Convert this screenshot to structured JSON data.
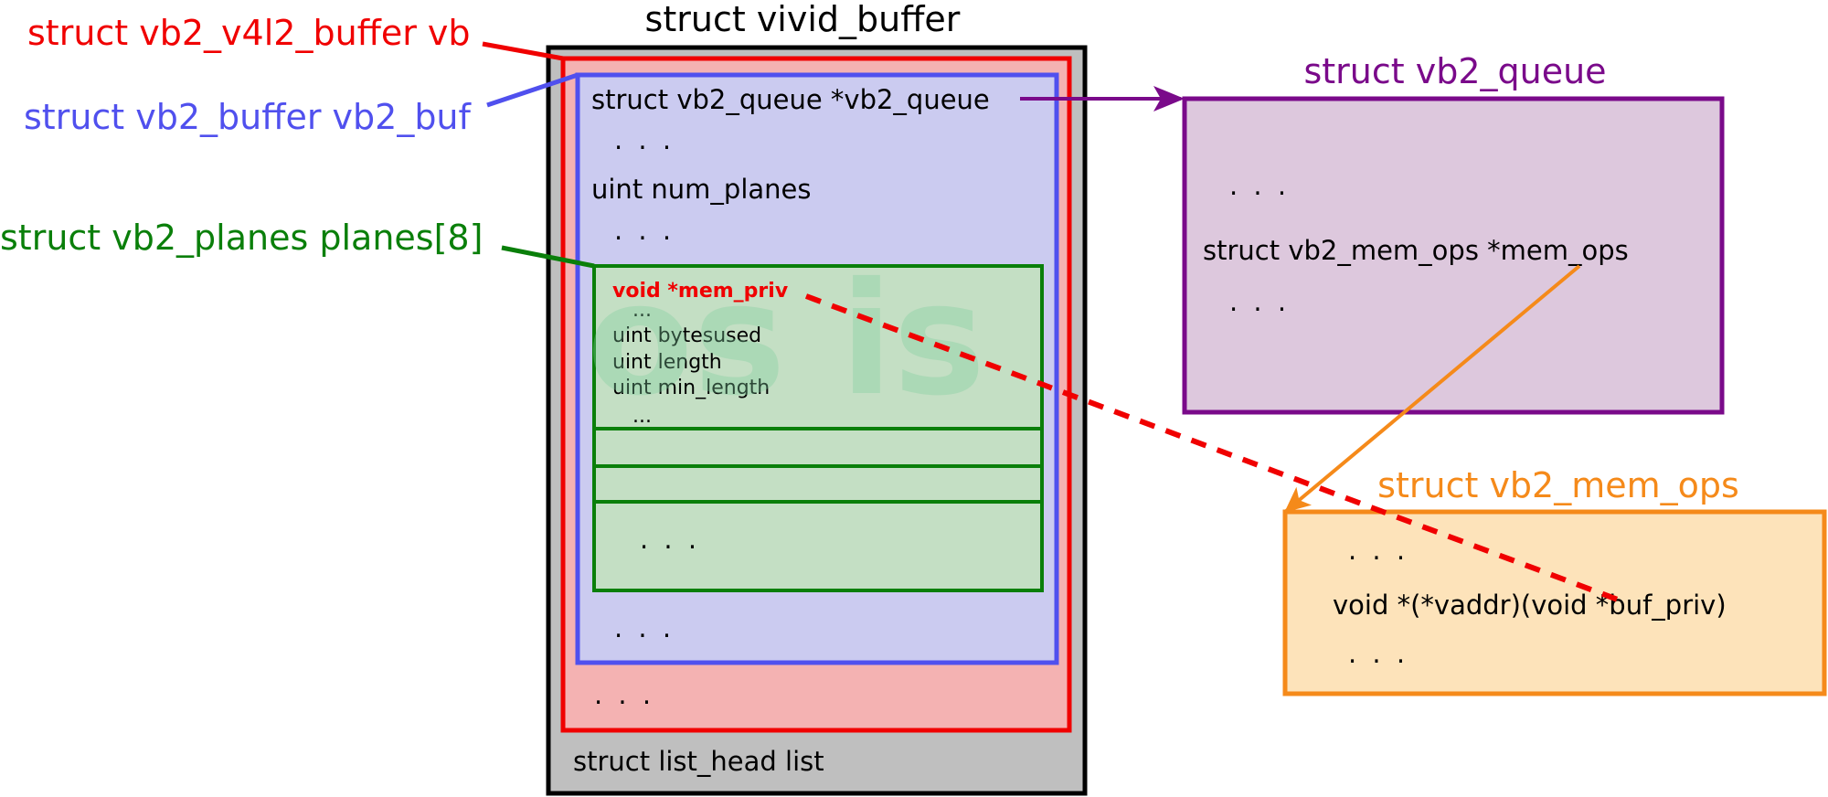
{
  "vivid_buffer": {
    "title": "struct vivid_buffer",
    "list_field": "struct list_head list",
    "dots": ". . ."
  },
  "vb2_v4l2_buffer": {
    "label": "struct vb2_v4l2_buffer vb"
  },
  "vb2_buffer": {
    "label": "struct vb2_buffer vb2_buf",
    "field_queue": "struct vb2_queue *vb2_queue",
    "dots_1": ". . .",
    "field_num_planes": "uint num_planes",
    "dots_2": ". . .",
    "dots_3": ". . ."
  },
  "planes": {
    "label": "struct vb2_planes planes[8]",
    "field_mem_priv": "void *mem_priv",
    "ellipsis_1": "...",
    "field_bytesused": "uint bytesused",
    "field_length": "uint length",
    "field_min_length": "uint min_length",
    "ellipsis_2": "...",
    "dots_more": ". . ."
  },
  "vb2_queue": {
    "title": "struct vb2_queue",
    "dots_1": ". . .",
    "field_mem_ops": "struct vb2_mem_ops *mem_ops",
    "dots_2": ". . ."
  },
  "vb2_mem_ops": {
    "title": "struct vb2_mem_ops",
    "dots_1": ". . .",
    "field_vaddr": "void *(*vaddr)(void *buf_priv)",
    "dots_2": ". . ."
  },
  "watermark": "os is",
  "colors": {
    "red": "#f00000",
    "blue": "#5050ee",
    "green": "#0a7f0a",
    "purple": "#7a0a8a",
    "orange": "#f58a1a",
    "gray_fill": "#bfbfbf",
    "red_fill": "#f4b2b2",
    "blue_fill": "#cbcbf0",
    "green_fill": "#c4dfc4",
    "purple_fill": "#ddc8dd",
    "orange_fill": "#fde3ba"
  }
}
